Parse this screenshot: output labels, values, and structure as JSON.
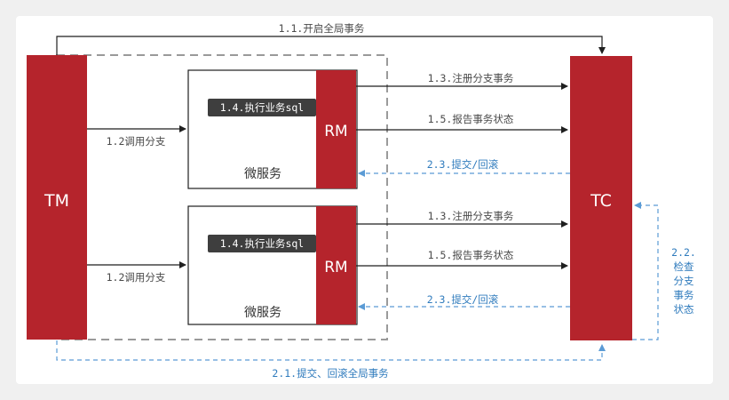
{
  "colors": {
    "red": "#b5242c",
    "black_line": "#1f1f1f",
    "blue_line": "#5b9bd5",
    "blue_text": "#2f7bbd",
    "gray_text": "#4a4a4a",
    "dash_gray": "#9a9a9a",
    "sql_bg": "#3e3e3e"
  },
  "nodes": {
    "tm": "TM",
    "tc": "TC",
    "rm_top": "RM",
    "rm_bottom": "RM",
    "service_top": "微服务",
    "service_bottom": "微服务",
    "sql_top": "1.4.执行业务sql",
    "sql_bottom": "1.4.执行业务sql"
  },
  "edges": {
    "start_global": "1.1.开启全局事务",
    "call_branch_top": "1.2调用分支",
    "call_branch_bottom": "1.2调用分支",
    "register_top": "1.3.注册分支事务",
    "report_top": "1.5.报告事务状态",
    "commit_rollback_top": "2.3.提交/回滚",
    "register_bottom": "1.3.注册分支事务",
    "report_bottom": "1.5.报告事务状态",
    "commit_rollback_bottom": "2.3.提交/回滚",
    "global_commit_rollback": "2.1.提交、回滚全局事务"
  },
  "check_status_lines": [
    "2.2.",
    "检查",
    "分支",
    "事务",
    "状态"
  ]
}
